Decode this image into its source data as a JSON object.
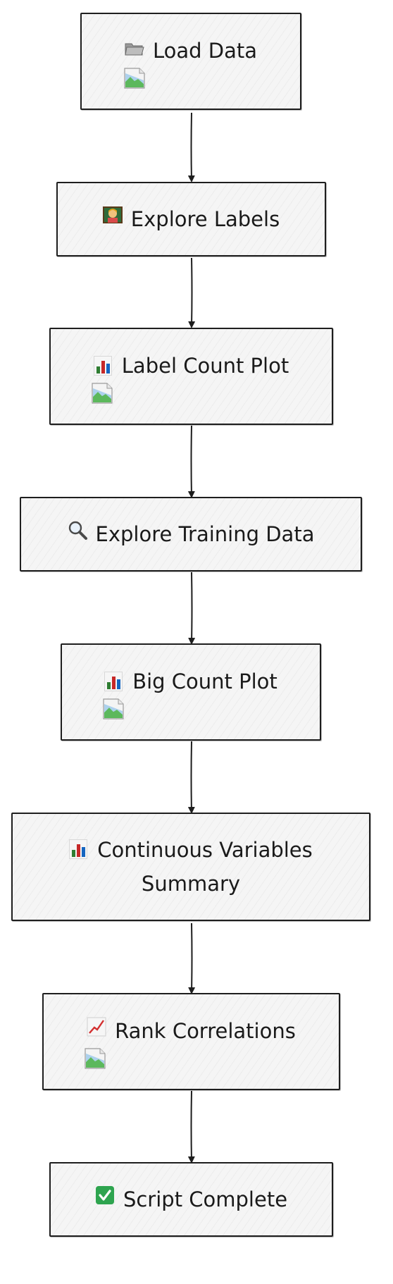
{
  "diagram": {
    "nodes": [
      {
        "id": "load-data",
        "icon": "folder-icon",
        "label": "Load Data",
        "has_image": true
      },
      {
        "id": "explore-labels",
        "icon": "teacher-icon",
        "label": "Explore Labels",
        "has_image": false
      },
      {
        "id": "label-count-plot",
        "icon": "bar-chart-icon",
        "label": "Label Count Plot",
        "has_image": true
      },
      {
        "id": "explore-training-data",
        "icon": "magnifier-icon",
        "label": "Explore Training Data",
        "has_image": false
      },
      {
        "id": "big-count-plot",
        "icon": "bar-chart-icon",
        "label": "Big Count Plot",
        "has_image": true
      },
      {
        "id": "continuous-variables-summary",
        "icon": "bar-chart-icon",
        "label": "Continuous Variables Summary",
        "has_image": false
      },
      {
        "id": "rank-correlations",
        "icon": "line-chart-icon",
        "label": "Rank Correlations",
        "has_image": true
      },
      {
        "id": "script-complete",
        "icon": "check-icon",
        "label": "Script Complete",
        "has_image": false
      }
    ],
    "edges": [
      [
        "load-data",
        "explore-labels"
      ],
      [
        "explore-labels",
        "label-count-plot"
      ],
      [
        "label-count-plot",
        "explore-training-data"
      ],
      [
        "explore-training-data",
        "big-count-plot"
      ],
      [
        "big-count-plot",
        "continuous-variables-summary"
      ],
      [
        "continuous-variables-summary",
        "rank-correlations"
      ],
      [
        "rank-correlations",
        "script-complete"
      ]
    ],
    "colors": {
      "stroke": "#1e1e1e",
      "fill": "#f5f5f5",
      "check": "#2ea44f"
    }
  }
}
